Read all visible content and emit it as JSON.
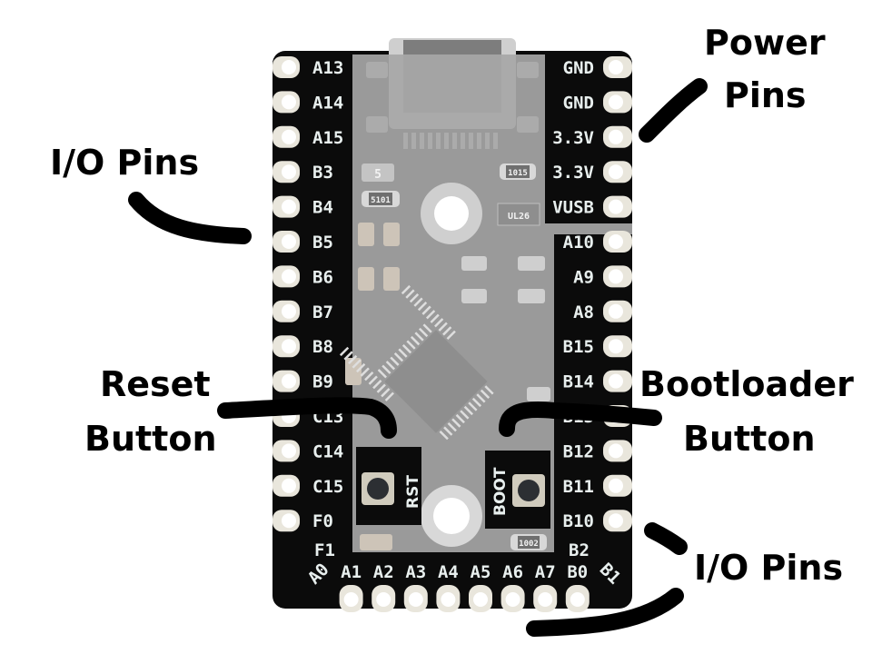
{
  "board": {
    "left_pins": [
      "A13",
      "A14",
      "A15",
      "B3",
      "B4",
      "B5",
      "B6",
      "B7",
      "B8",
      "B9",
      "C13",
      "C14",
      "C15",
      "F0"
    ],
    "right_pins": [
      "GND",
      "GND",
      "3.3V",
      "3.3V",
      "VUSB",
      "A10",
      "A9",
      "A8",
      "B15",
      "B14",
      "B13",
      "B12",
      "B11",
      "B10"
    ],
    "bottom_pins": [
      "A0",
      "A1",
      "A2",
      "A3",
      "A4",
      "A5",
      "A6",
      "A7",
      "B0",
      "B1"
    ],
    "corner_labels": {
      "left": "F1",
      "right": "B2"
    },
    "buttons": {
      "reset": "RST",
      "boot": "BOOT"
    },
    "component_markings": {
      "c5": "5",
      "r5101": "5101",
      "r1015": "1015",
      "reg": "UL26",
      "r1002": "1002"
    },
    "colors": {
      "pcb": "#0b0b0b",
      "overlay": "#a7a7a7",
      "pad": "#e9e6dc",
      "silkscreen": "#e8efee"
    }
  },
  "callouts": {
    "power_pins": [
      "Power",
      "Pins"
    ],
    "io_pins_left": "I/O Pins",
    "reset_button": [
      "Reset",
      "Button"
    ],
    "bootloader_button": [
      "Bootloader",
      "Button"
    ],
    "io_pins_right": "I/O Pins"
  }
}
